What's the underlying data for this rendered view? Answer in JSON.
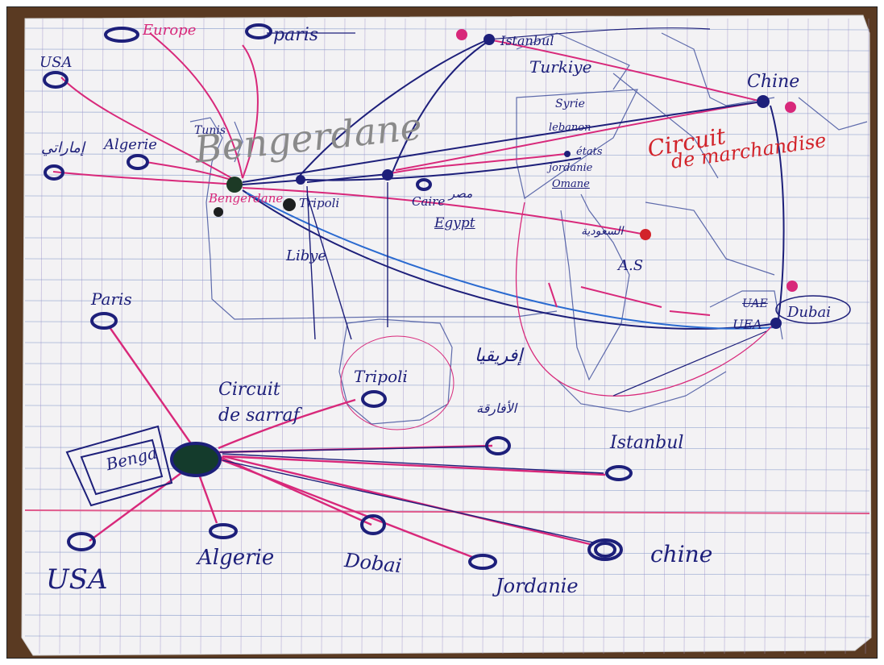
{
  "colors": {
    "ink_blue": "#1d1f7a",
    "ink_pink": "#d8287a",
    "ink_red": "#d2232a",
    "ink_gray": "#8a8a8a",
    "paper": "#f3f2f4",
    "rule_blue": "#a6b4d6",
    "rule_pink": "#e05a8c",
    "wood": "#5a3a22"
  },
  "labels": {
    "europe": "Europe",
    "paris_top": "paris",
    "usa_top": "USA",
    "istanbul_top": "Istanbul",
    "turkiye": "Turkiye",
    "chine_top": "Chine",
    "algerie_top": "Algerie",
    "arabic_top_left": "إماراتي",
    "tunis": "Tunis",
    "bengerdane_big": "Bengerdane",
    "bengerdane_small": "Bengerdane",
    "tripoli_top": "Tripoli",
    "caire": "Caire",
    "egypt": "Egypt",
    "arabic_egypt": "مصر",
    "syrie": "Syrie",
    "lebanon": "lebanon",
    "etats": "états",
    "jordanie_top": "jordanie",
    "omane": "Omane",
    "circuit_marchandise": [
      "Circuit",
      "de marchandise"
    ],
    "arabic_as": "السعودية",
    "as": "A.S",
    "libye": "Libye",
    "paris_bottom": "Paris",
    "uea_struck": "UAE",
    "uea": "UEA",
    "dubai_top": "Dubai",
    "tripoli_bottom": "Tripoli",
    "arabic_afrique": "إفريقيا",
    "arabic_afrique2": "الأفارقة",
    "circuit_sarraf": [
      "Circuit",
      "de sarraf"
    ],
    "istanbul_bottom": "Istanbul",
    "benga_box": "Benga",
    "usa_bottom": "USA",
    "algerie_bottom": "Algerie",
    "dubai_bottom": "Dobai",
    "jordanie_bottom": "Jordanie",
    "chine_bottom": "chine"
  }
}
